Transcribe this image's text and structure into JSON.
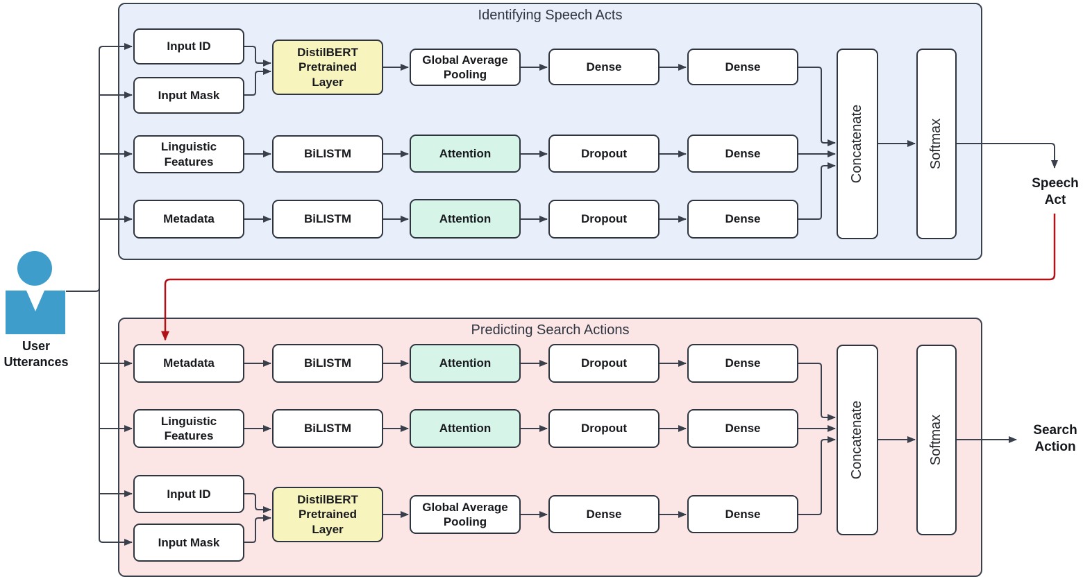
{
  "diagram": {
    "user_label": "User Utterances",
    "top_panel": {
      "title": "Identifying Speech Acts",
      "output_label": "Speech Act"
    },
    "bottom_panel": {
      "title": "Predicting Search Actions",
      "output_label": "Search Action"
    }
  },
  "nodes": {
    "input_id": "Input ID",
    "input_mask": "Input Mask",
    "linguistic_features": "Linguistic Features",
    "metadata": "Metadata",
    "distilbert": "DistilBERT Pretrained Layer",
    "global_average_pooling": "Global Average Pooling",
    "dense": "Dense",
    "bilistm": "BiLISTM",
    "attention": "Attention",
    "dropout": "Dropout",
    "concatenate": "Concatenate",
    "softmax": "Softmax"
  },
  "colors": {
    "top_panel_bg": "#e8eefa",
    "bottom_panel_bg": "#fbe5e5",
    "distilbert_bg": "#f8f4be",
    "attention_bg": "#d6f5e8",
    "node_border": "#2f353f",
    "connector": "#39404c",
    "speech_act_link": "#b01117",
    "user_icon": "#3e9dcb"
  }
}
